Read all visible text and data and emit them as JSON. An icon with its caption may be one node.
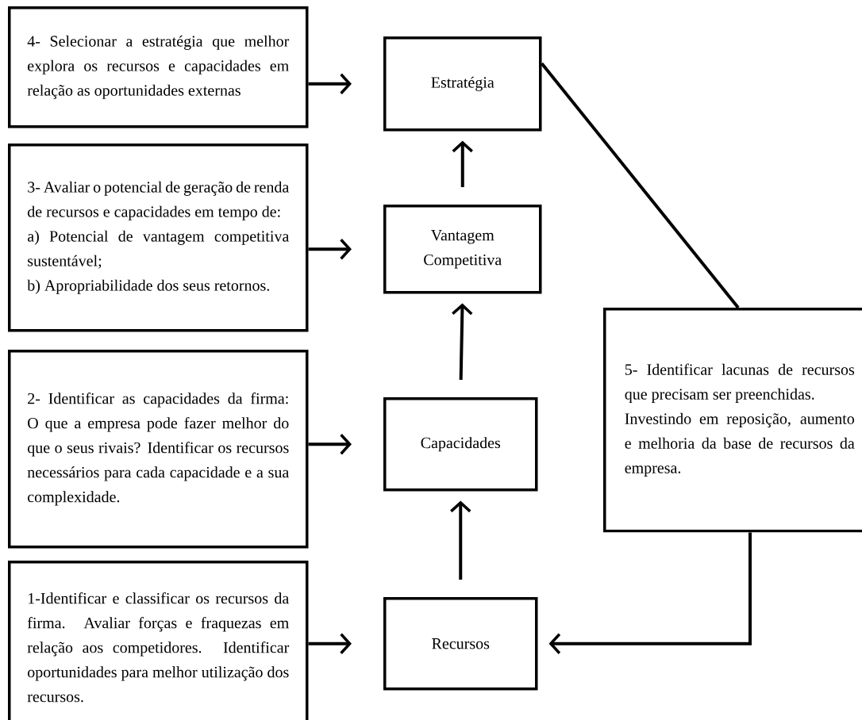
{
  "diagram": {
    "nodes": [
      {
        "text": [
          "4- Selecionar a estratégia que melhor explora os recursos e capacidades em relação as oportunidades externas"
        ]
      },
      {
        "text": [
          "Estratégia"
        ]
      },
      {
        "text": [
          "3- Avaliar o potencial de geração de renda de recursos e capacidades em tempo de:",
          "a) Potencial de vantagem competitiva sustentável;",
          "b) Apropriabilidade dos seus retornos."
        ]
      },
      {
        "text": [
          "Vantagem Competitiva"
        ]
      },
      {
        "text": [
          "2- Identificar as capacidades da firma: O que a empresa pode fazer melhor do que o seus rivais? Identificar os recursos necessários para cada capacidade e a sua complexidade."
        ]
      },
      {
        "text": [
          "Capacidades"
        ]
      },
      {
        "text": [
          "5- Identificar lacunas de recursos que precisam ser preenchidas.",
          "Investindo em reposição, aumento e melhoria da base de recursos da empresa."
        ]
      },
      {
        "text": [
          "1-Identificar e classificar os recursos da firma. Avaliar forças e fraquezas em relação aos competidores. Identificar oportunidades para melhor utilização dos recursos."
        ]
      },
      {
        "text": [
          "Recursos"
        ]
      }
    ],
    "edges": [
      {
        "from": 0,
        "to": 1,
        "arrow": "to"
      },
      {
        "from": 2,
        "to": 3,
        "arrow": "to"
      },
      {
        "from": 4,
        "to": 5,
        "arrow": "to"
      },
      {
        "from": 7,
        "to": 8,
        "arrow": "to"
      },
      {
        "from": 8,
        "to": 5,
        "arrow": "to"
      },
      {
        "from": 5,
        "to": 3,
        "arrow": "to"
      },
      {
        "from": 3,
        "to": 1,
        "arrow": "to"
      },
      {
        "from": 1,
        "to": 6,
        "arrow": "none"
      },
      {
        "from": 6,
        "to": 8,
        "arrow": "to"
      }
    ]
  }
}
